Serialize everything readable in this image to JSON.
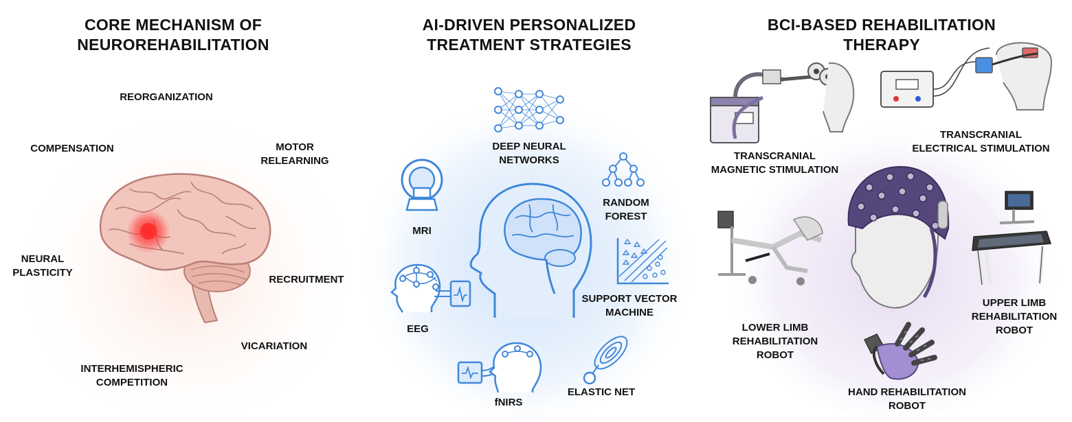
{
  "panels": [
    {
      "title": [
        "CORE MECHANISM OF",
        "NEUROREHABILITATION"
      ],
      "labels": {
        "reorganization": [
          "REORGANIZATION"
        ],
        "compensation": [
          "COMPENSATION"
        ],
        "motor_relearning": [
          "MOTOR",
          "RELEARNING"
        ],
        "neural_plasticity": [
          "NEURAL",
          "PLASTICITY"
        ],
        "recruitment": [
          "RECRUITMENT"
        ],
        "vicariation": [
          "VICARIATION"
        ],
        "interhemispheric": [
          "INTERHEMISPHERIC",
          "COMPETITION"
        ]
      }
    },
    {
      "title": [
        "AI-DRIVEN PERSONALIZED",
        "TREATMENT STRATEGIES"
      ],
      "labels": {
        "deep_neural_networks": [
          "DEEP NEURAL",
          "NETWORKS"
        ],
        "mri": [
          "MRI"
        ],
        "random_forest": [
          "RANDOM",
          "FOREST"
        ],
        "svm": [
          "SUPPORT VECTOR",
          "MACHINE"
        ],
        "eeg": [
          "EEG"
        ],
        "fnirs": [
          "fNIRS"
        ],
        "elastic_net": [
          "ELASTIC NET"
        ]
      }
    },
    {
      "title": [
        "BCI-BASED REHABILITATION",
        "THERAPY"
      ],
      "labels": {
        "tms": [
          "TRANSCRANIAL",
          "MAGNETIC STIMULATION"
        ],
        "tes": [
          "TRANSCRANIAL",
          "ELECTRICAL STIMULATION"
        ],
        "lower_limb": [
          "LOWER LIMB",
          "REHABILITATION",
          "ROBOT"
        ],
        "upper_limb": [
          "UPPER LIMB",
          "REHABILITATION",
          "ROBOT"
        ],
        "hand": [
          "HAND REHABILITATION",
          "ROBOT"
        ]
      }
    }
  ],
  "colors": {
    "brain_fill": "#f3c6bd",
    "brain_stroke": "#b87f78",
    "lesion": "#ff2a2a",
    "ai_blue": "#3f86d9",
    "ai_glow": "#dcebfb",
    "cap_purple": "#55477c",
    "bci_glow": "#ece5f4"
  },
  "icons": [
    "brain-lesion-illustration",
    "neural-network-icon",
    "mri-scanner-icon",
    "random-forest-icon",
    "svm-plot-icon",
    "eeg-headset-icon",
    "fnirs-head-icon",
    "elastic-net-icon",
    "human-head-profile-icon",
    "tms-device-icon",
    "tes-device-icon",
    "eeg-cap-head-icon",
    "lower-limb-robot-icon",
    "upper-limb-robot-icon",
    "hand-robot-icon"
  ]
}
